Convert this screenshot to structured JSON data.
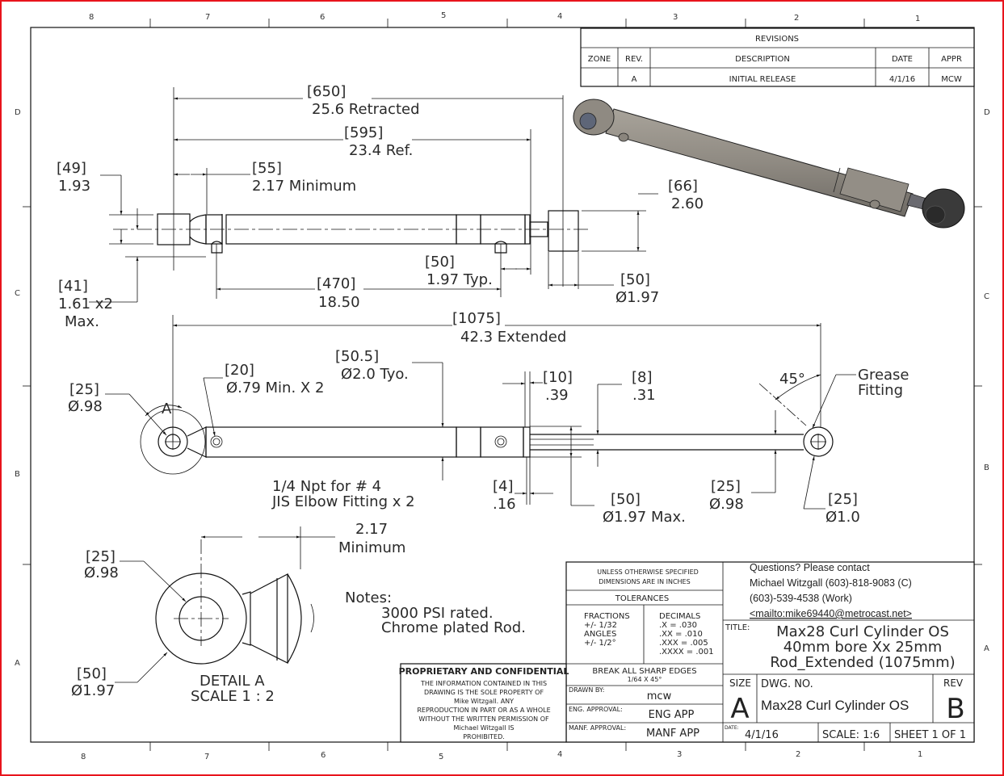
{
  "sheet": {
    "zones_horizontal": [
      "8",
      "7",
      "6",
      "5",
      "4",
      "3",
      "2",
      "1"
    ],
    "zones_vertical": [
      "D",
      "C",
      "B",
      "A"
    ]
  },
  "revisions": {
    "title": "REVISIONS",
    "headers": [
      "ZONE",
      "REV.",
      "DESCRIPTION",
      "DATE",
      "APPR"
    ],
    "rows": [
      {
        "zone": "",
        "rev": "A",
        "description": "INITIAL RELEASE",
        "date": "4/1/16",
        "appr": "MCW"
      }
    ]
  },
  "top_view": {
    "dim_650": "[650]",
    "dim_650_in": "25.6  Retracted",
    "dim_595": "[595]",
    "dim_595_in": "23.4  Ref.",
    "dim_55": "[55]",
    "dim_55_in": "2.17 Minimum",
    "dim_49": "[49]",
    "dim_49_in": "1.93",
    "dim_66": "[66]",
    "dim_66_in": "2.60",
    "dim_41": "[41]",
    "dim_41_in": "1.61 x2",
    "dim_41_note": "Max.",
    "dim_470": "[470]",
    "dim_470_in": "18.50",
    "dim_50typ": "[50]",
    "dim_50typ_in": "1.97 Typ.",
    "dim_50dia": "[50]",
    "dim_50dia_in": "Ø1.97"
  },
  "side_view": {
    "dim_1075": "[1075]",
    "dim_1075_in": "42.3   Extended",
    "dim_505": "[50.5]",
    "dim_505_in": "Ø2.0 Tyo.",
    "dim_20": "[20]",
    "dim_20_in": "Ø.79 Min. X 2",
    "dim_25a": "[25]",
    "dim_25a_in": "Ø.98",
    "detail_callout": "A",
    "dim_10": "[10]",
    "dim_10_in": ".39",
    "dim_8": "[8]",
    "dim_8_in": ".31",
    "angle": "45°",
    "grease_1": "Grease",
    "grease_2": "Fitting",
    "dim_4": "[4]",
    "dim_4_in": ".16",
    "dim_50max": "[50]",
    "dim_50max_in": "Ø1.97 Max.",
    "dim_25b": "[25]",
    "dim_25b_in": "Ø.98",
    "dim_25c": "[25]",
    "dim_25c_in": "Ø1.0",
    "fitting_note_1": "1/4 Npt for # 4",
    "fitting_note_2": "JIS Elbow Fitting x 2"
  },
  "detail_a": {
    "dim_217": "2.17",
    "dim_217_note": "Minimum",
    "dim_25": "[25]",
    "dim_25_in": "Ø.98",
    "dim_50": "[50]",
    "dim_50_in": "Ø1.97",
    "label": "DETAIL A",
    "scale": "SCALE 1 : 2"
  },
  "notes": {
    "heading": "Notes:",
    "lines": [
      "3000 PSI rated.",
      "Chrome plated Rod."
    ]
  },
  "title_block": {
    "unless_1": "UNLESS OTHERWISE SPECIFIED",
    "unless_2": "DIMENSIONS ARE IN INCHES",
    "tolerances": "TOLERANCES",
    "fractions": [
      "FRACTIONS",
      "+/- 1/32",
      "ANGLES",
      "+/- 1/2°"
    ],
    "decimals": [
      "DECIMALS",
      ".X = .030",
      ".XX = .010",
      ".XXX = .005",
      ".XXXX = .001"
    ],
    "contact": [
      "Questions?  Please contact",
      "Michael Witzgall (603)-818-9083 (C)",
      "(603)-539-4538 (Work)",
      "<mailto:mike69440@metrocast.net>"
    ],
    "title_label": "TITLE:",
    "title_lines": [
      "Max28 Curl Cylinder OS",
      "40mm bore Xx 25mm",
      "Rod_Extended (1075mm)"
    ],
    "proprietary_heading": "PROPRIETARY AND CONFIDENTIAL",
    "proprietary_lines": [
      "THE INFORMATION CONTAINED IN THIS",
      "DRAWING IS THE SOLE PROPERTY OF",
      "Mike Witzgall.      ANY",
      "REPRODUCTION IN PART OR AS A WHOLE",
      "WITHOUT THE WRITTEN PERMISSION OF",
      "Michael Witzgall IS",
      "PROHIBITED."
    ],
    "break_edges_1": "BREAK ALL SHARP EDGES",
    "break_edges_2": "1/64 X 45°",
    "drawn_by_label": "DRAWN BY:",
    "drawn_by": "mcw",
    "eng_label": "ENG. APPROVAL:",
    "eng_value": "ENG APP",
    "manf_label": "MANF. APPROVAL:",
    "manf_value": "MANF APP",
    "size_label": "SIZE",
    "size": "A",
    "dwg_no_label": "DWG.  NO.",
    "dwg_no": "Max28 Curl Cylinder OS",
    "rev_label": "REV",
    "rev": "B",
    "date_label": "DATE:",
    "date": "4/1/16",
    "scale": "SCALE: 1:6",
    "sheet": "SHEET 1 OF 1"
  }
}
